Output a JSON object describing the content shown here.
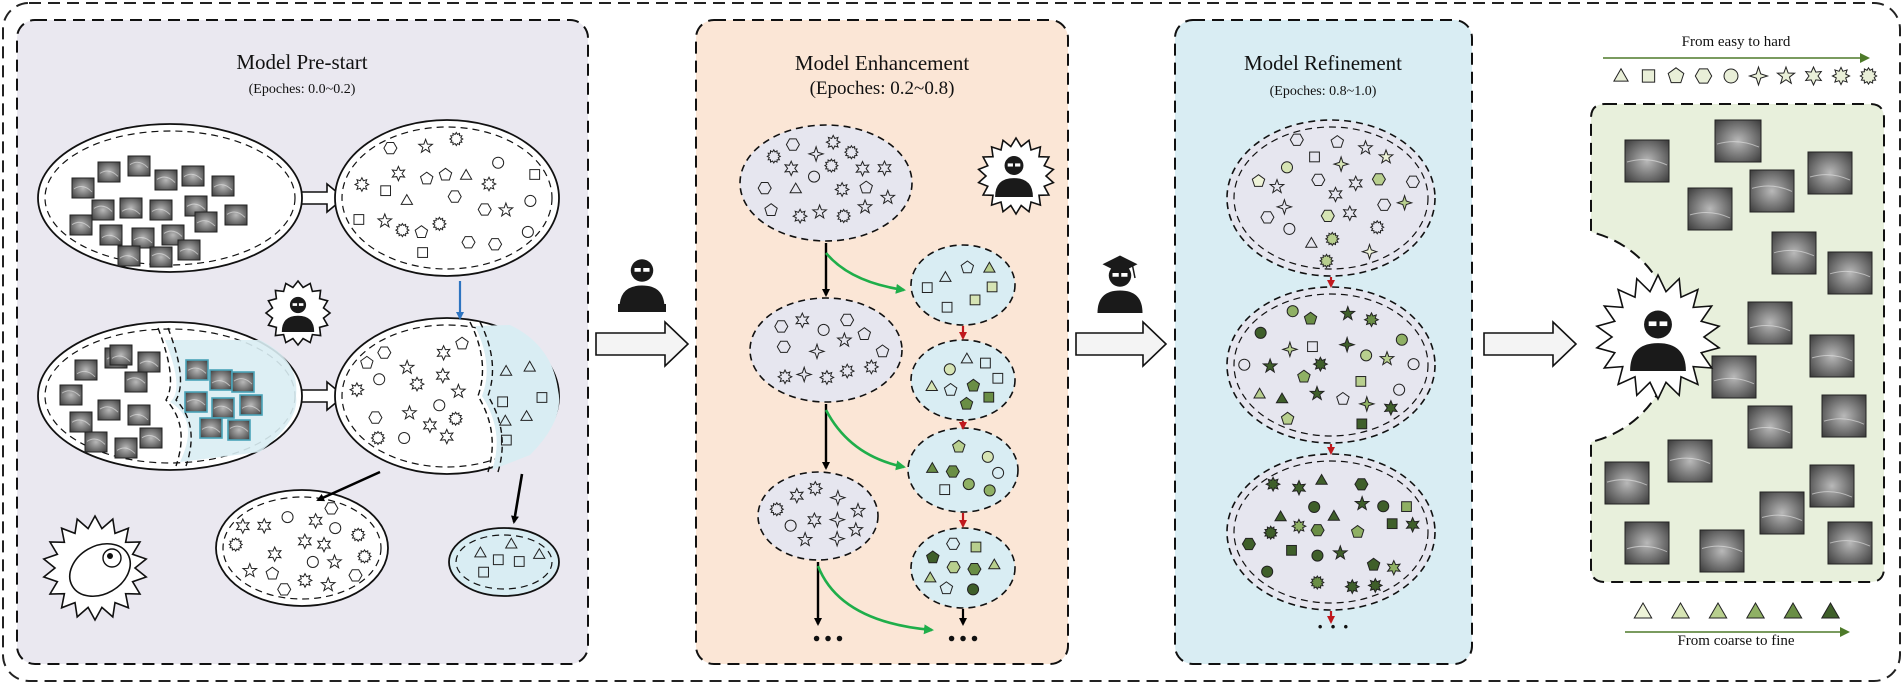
{
  "stages": {
    "prestart": {
      "title": "Model Pre-start",
      "epochs": "(Epoches: 0.0~0.2)"
    },
    "enhancement": {
      "title": "Model Enhancement",
      "epochs": "(Epoches: 0.2~0.8)"
    },
    "refinement": {
      "title": "Model Refinement",
      "epochs": "(Epoches: 0.8~1.0)"
    }
  },
  "legend": {
    "easy_to_hard": "From easy to hard",
    "coarse_to_fine": "From coarse to fine",
    "shape_order": [
      "triangle",
      "square",
      "pentagon",
      "hexagon",
      "circle",
      "star4",
      "star5",
      "star6",
      "star8",
      "star12"
    ],
    "triangle_shades": [
      "#eef3d8",
      "#d6e4b4",
      "#b8cf8e",
      "#8fb064",
      "#6a8e45",
      "#3f5f2a"
    ]
  },
  "ellipsis": "…",
  "ellipsis_spaced": "· · ·",
  "colors": {
    "prestart_bg": "#eae8f0",
    "enhance_bg": "#fbe6d6",
    "refine_bg": "#d9edf3",
    "final_bg": "#e8f0dc",
    "cluster_light": "#e6e6ef",
    "cluster_blue": "#d9edf3",
    "arrow_blue": "#2e74c0",
    "arrow_red": "#c0181d",
    "arrow_green": "#1fae4a",
    "legend_arrow": "#4e7a2a"
  },
  "icons": [
    "person-reading-icon",
    "person-glasses-icon",
    "graduate-icon",
    "expert-icon",
    "cell-icon"
  ]
}
